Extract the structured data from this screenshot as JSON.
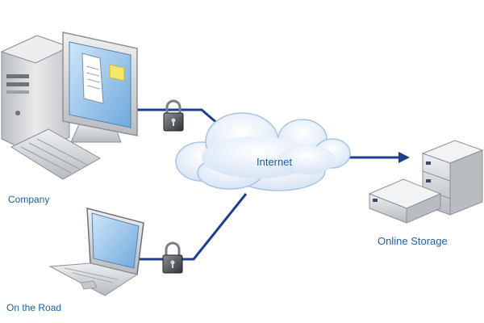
{
  "labels": {
    "company": "Company",
    "on_the_road": "On the Road",
    "internet": "Internet",
    "online_storage": "Online Storage"
  },
  "colors": {
    "label_text": "#1f5fa8",
    "connection_line": "#1d3f8c",
    "cloud_fill": "#e6f0fb",
    "cloud_stroke": "#a9c4e2",
    "device_gray": "#c9cccf",
    "screen_blue": "#9cc9ef"
  },
  "icons": [
    "desktop-computer-icon",
    "laptop-icon",
    "padlock-icon",
    "cloud-icon",
    "server-icon",
    "arrow-right-icon"
  ]
}
